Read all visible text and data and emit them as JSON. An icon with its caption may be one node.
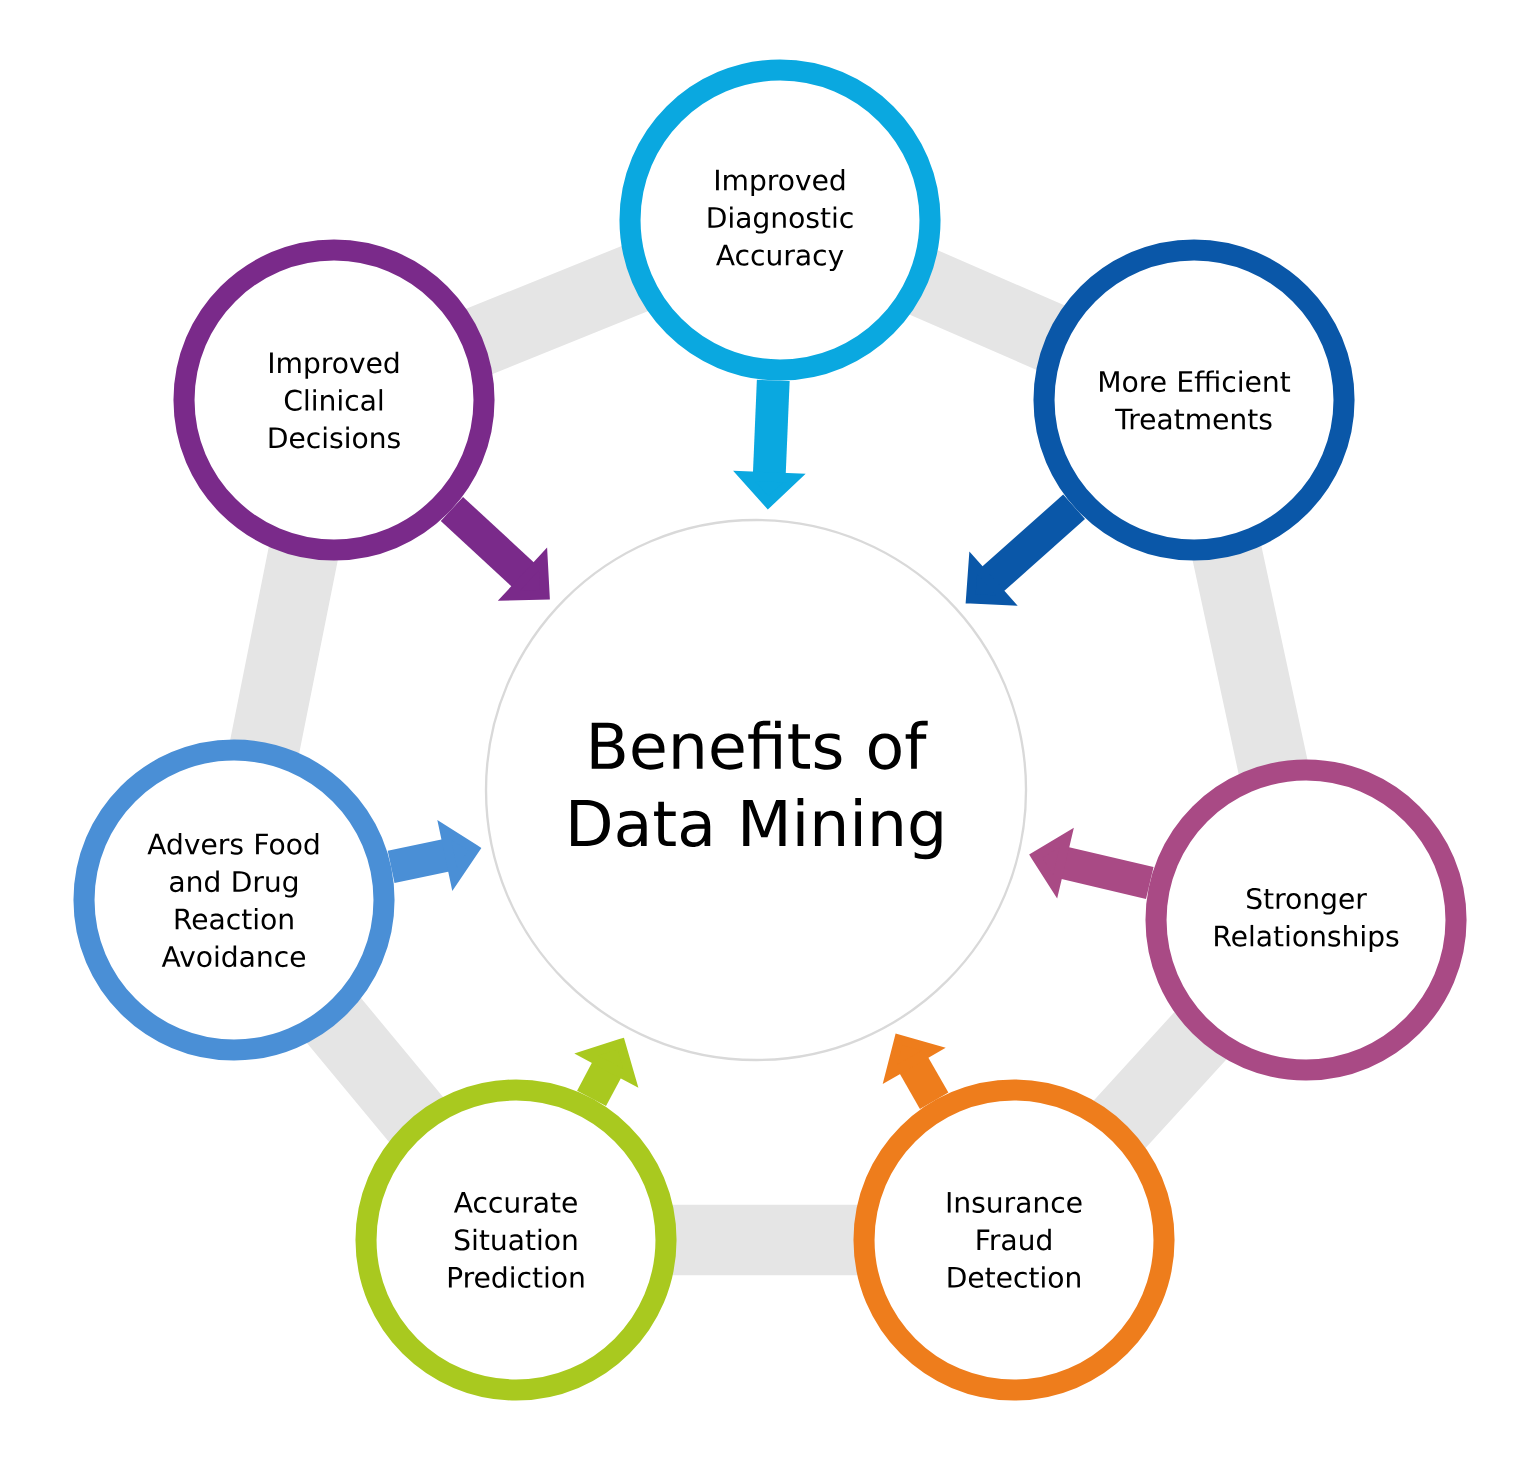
{
  "diagram": {
    "nodes": [
      {
        "text": [
          "Benefits of Data Mining"
        ]
      },
      {
        "text": [
          "Improved Diagnostic Accuracy"
        ]
      },
      {
        "text": [
          "More Efficient Treatments"
        ]
      },
      {
        "text": [
          "Stronger Relationships"
        ]
      },
      {
        "text": [
          "Insurance Fraud Detection"
        ]
      },
      {
        "text": [
          "Accurate Situation Prediction"
        ]
      },
      {
        "text": [
          "Advers Food and Drug Reaction Avoidance"
        ]
      },
      {
        "text": [
          "Improved Clinical Decisions"
        ]
      }
    ],
    "edges": [
      {
        "from": 1,
        "to": 0,
        "arrow": "to",
        "color": "#0aa8e0"
      },
      {
        "from": 2,
        "to": 0,
        "arrow": "to",
        "color": "#0a57a8"
      },
      {
        "from": 3,
        "to": 0,
        "arrow": "to",
        "color": "#a94a85"
      },
      {
        "from": 4,
        "to": 0,
        "arrow": "to",
        "color": "#ee7d1c"
      },
      {
        "from": 5,
        "to": 0,
        "arrow": "to",
        "color": "#a9c91f"
      },
      {
        "from": 6,
        "to": 0,
        "arrow": "to",
        "color": "#4a8fd6"
      },
      {
        "from": 7,
        "to": 0,
        "arrow": "to",
        "color": "#7a2a8a"
      }
    ]
  }
}
